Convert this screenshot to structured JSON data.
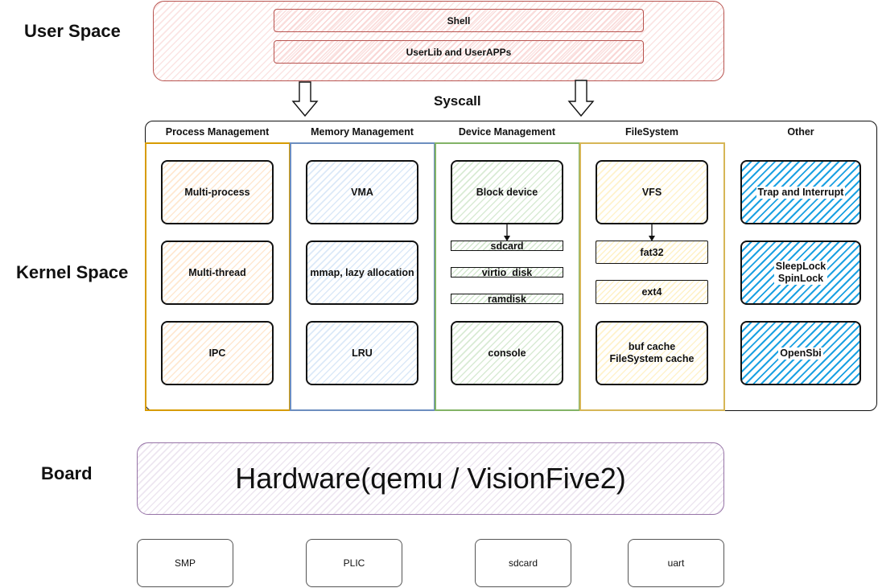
{
  "layers": {
    "user_space": "User Space",
    "kernel_space": "Kernel Space",
    "board": "Board"
  },
  "user_space": {
    "items": [
      "Shell",
      "UserLib and UserAPPs"
    ]
  },
  "syscall_label": "Syscall",
  "kernel": {
    "columns": [
      {
        "header": "Process Management",
        "color": "#d79b00",
        "fill": "#ffe6cc",
        "modules": [
          "Multi-process",
          "Multi-thread",
          "IPC"
        ]
      },
      {
        "header": "Memory Management",
        "color": "#6c8ebf",
        "fill": "#dae8fc",
        "modules": [
          "VMA",
          "mmap, lazy allocation",
          "LRU"
        ]
      },
      {
        "header": "Device Management",
        "color": "#82b366",
        "fill": "#d5e8d4",
        "modules": [
          "Block device",
          "console"
        ],
        "sub_devices": [
          "sdcard",
          "virtio_disk",
          "ramdisk"
        ]
      },
      {
        "header": "FileSystem",
        "color": "#d6b656",
        "fill": "#fff2cc",
        "modules": [
          "VFS",
          "buf cache\nFileSystem cache"
        ],
        "sub_fs": [
          "fat32",
          "ext4"
        ]
      },
      {
        "header": "Other",
        "color": "#111111",
        "fill": "#1ba1e2",
        "modules": [
          "Trap and Interrupt",
          "SleepLock\nSpinLock",
          "OpenSbi"
        ]
      }
    ]
  },
  "board": {
    "hardware": "Hardware(qemu / VisionFive2)",
    "components": [
      "SMP",
      "PLIC",
      "sdcard",
      "uart"
    ]
  }
}
